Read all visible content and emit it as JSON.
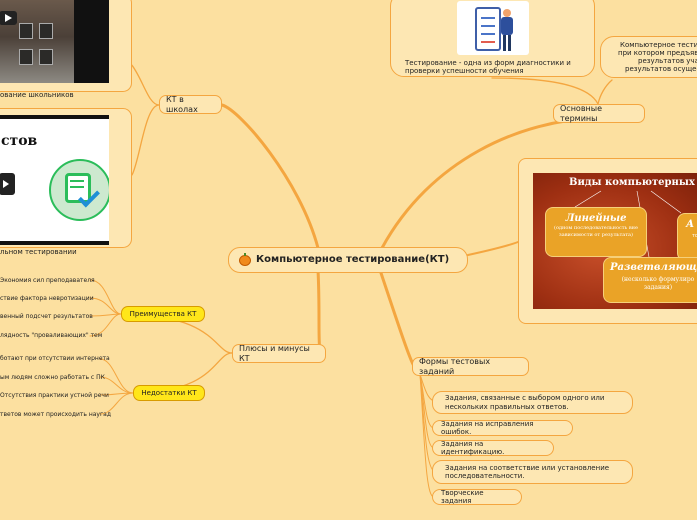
{
  "central": {
    "icon": "pumpkin-icon",
    "label": "Компьютерное тестирование(КТ)"
  },
  "branches": {
    "schools": {
      "label": "КТ в школах",
      "card1_caption": "ование школьников",
      "card2_caption": "льном тестировании",
      "card2_image_text": "стов"
    },
    "terms": {
      "label": "Основные термины",
      "definition1": "Тестирование - одна из форм диагностики и проверки успешности обучения",
      "definition2_lines": [
        "Компьютерное тестир",
        "при котором предъявл",
        "результатов уча",
        "результатов осущест"
      ]
    },
    "types": {
      "slide_title": "Виды компьютерных",
      "linear_title": "Линейные",
      "linear_desc": "(одном последовательность вне зависимости от результата)",
      "branching_title": "Разветвляющи",
      "branching_desc": "(несколько формулиро задания)",
      "adaptive_title": "А",
      "adaptive_desc": "то"
    },
    "pros_cons": {
      "label": "Плюсы и минусы КТ",
      "advantages": {
        "label": "Преимущества КТ",
        "items": [
          "Экономия сил преподавателя",
          "ствие фактора невротизации",
          "венный подсчет результатов",
          "лядность \"проваливающих\" тем"
        ]
      },
      "disadvantages": {
        "label": "Недостатки КТ",
        "items": [
          "ботают при отсутствии интернета",
          "ым людям сложно работать с ПК",
          "Отсутствия практики устной речи",
          "тветов может происходить наугад"
        ]
      }
    },
    "forms": {
      "label": "Формы тестовых заданий",
      "items": [
        "Задания, связанные с выбором одного или нескольких правильных ответов.",
        "Задания на исправления ошибок.",
        "Задания на идентификацию.",
        "Задания на соответствие или установление последовательности.",
        "Творческие задания"
      ]
    }
  },
  "colors": {
    "background": "#fce0a0",
    "branch_line": "#f4a640",
    "highlight": "#ffe61a",
    "slide_red": "#b8401a"
  }
}
